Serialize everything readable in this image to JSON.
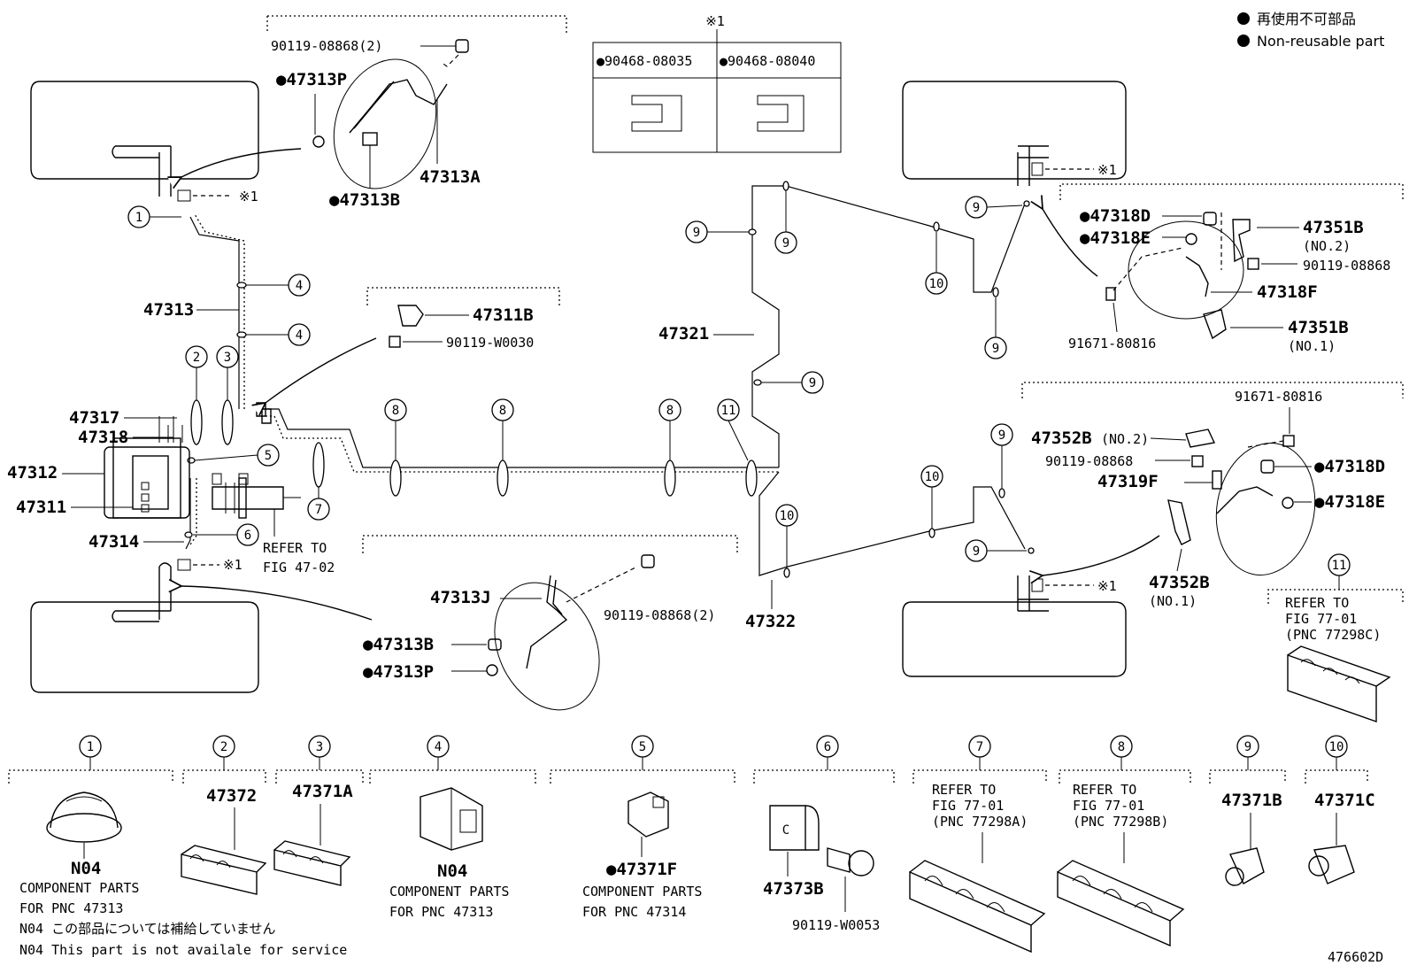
{
  "legend": {
    "jp": "再使用不可部品",
    "en": "Non-reusable part"
  },
  "note_mark": "※1",
  "clip_table": {
    "header_mark": "※1",
    "left": "●90468-08035",
    "right": "●90468-08040"
  },
  "figure_id": "476602D",
  "labels": {
    "p90119_08868_2_top": "90119-08868(2)",
    "p47313P_top": "●47313P",
    "p47313A": "47313A",
    "p47313B_top": "●47313B",
    "p47313": "47313",
    "p47311B": "47311B",
    "p90119_W0030": "90119-W0030",
    "p47317": "47317",
    "p47318": "47318",
    "p47312": "47312",
    "p47311": "47311",
    "p47314": "47314",
    "refer_fig_47_02_a": "REFER TO",
    "refer_fig_47_02_b": "FIG 47-02",
    "p47313J": "47313J",
    "p90119_08868_2_bot": "90119-08868(2)",
    "p47313B_bot": "●47313B",
    "p47313P_bot": "●47313P",
    "p47321": "47321",
    "p47322": "47322",
    "p47318D_top": "●47318D",
    "p47318E_top": "●47318E",
    "p47351B_top": "47351B",
    "no2_top": "(NO.2)",
    "p90119_08868_tr": "90119-08868",
    "p47318F": "47318F",
    "p91671_80816_top": "91671-80816",
    "p47351B_no1": "47351B",
    "no1_top": "(NO.1)",
    "p91671_80816_mid": "91671-80816",
    "p47352B_no2": "47352B",
    "no2_mid": "(NO.2)",
    "p90119_08868_mr": "90119-08868",
    "p47318D_mid": "●47318D",
    "p47319F": "47319F",
    "p47318E_mid": "●47318E",
    "p47352B_no1": "47352B",
    "no1_mid": "(NO.1)",
    "refer_77_01_c_a": "REFER TO",
    "refer_77_01_c_b": "FIG 77-01",
    "refer_77_01_c_c": "(PNC 77298C)"
  },
  "callouts": [
    "1",
    "2",
    "3",
    "4",
    "5",
    "6",
    "7",
    "8",
    "9",
    "10",
    "11"
  ],
  "bottom_parts": {
    "c1_code": "N04",
    "c1_l1": "COMPONENT PARTS",
    "c1_l2": "FOR PNC 47313",
    "c1_l3": "N04 この部品については補給していません",
    "c1_l4": "N04 This part is not availale for service",
    "c2_pn": "47372",
    "c3_pn": "47371A",
    "c4_code": "N04",
    "c4_l1": "COMPONENT PARTS",
    "c4_l2": "FOR PNC 47313",
    "c5_pn": "●47371F",
    "c5_l1": "COMPONENT PARTS",
    "c5_l2": "FOR PNC 47314",
    "c6_pn": "47373B",
    "c6_pn2": "90119-W0053",
    "c7_l1": "REFER TO",
    "c7_l2": "FIG 77-01",
    "c7_l3": "(PNC 77298A)",
    "c8_l1": "REFER TO",
    "c8_l2": "FIG 77-01",
    "c8_l3": "(PNC 77298B)",
    "c9_pn": "47371B",
    "c10_pn": "47371C"
  }
}
